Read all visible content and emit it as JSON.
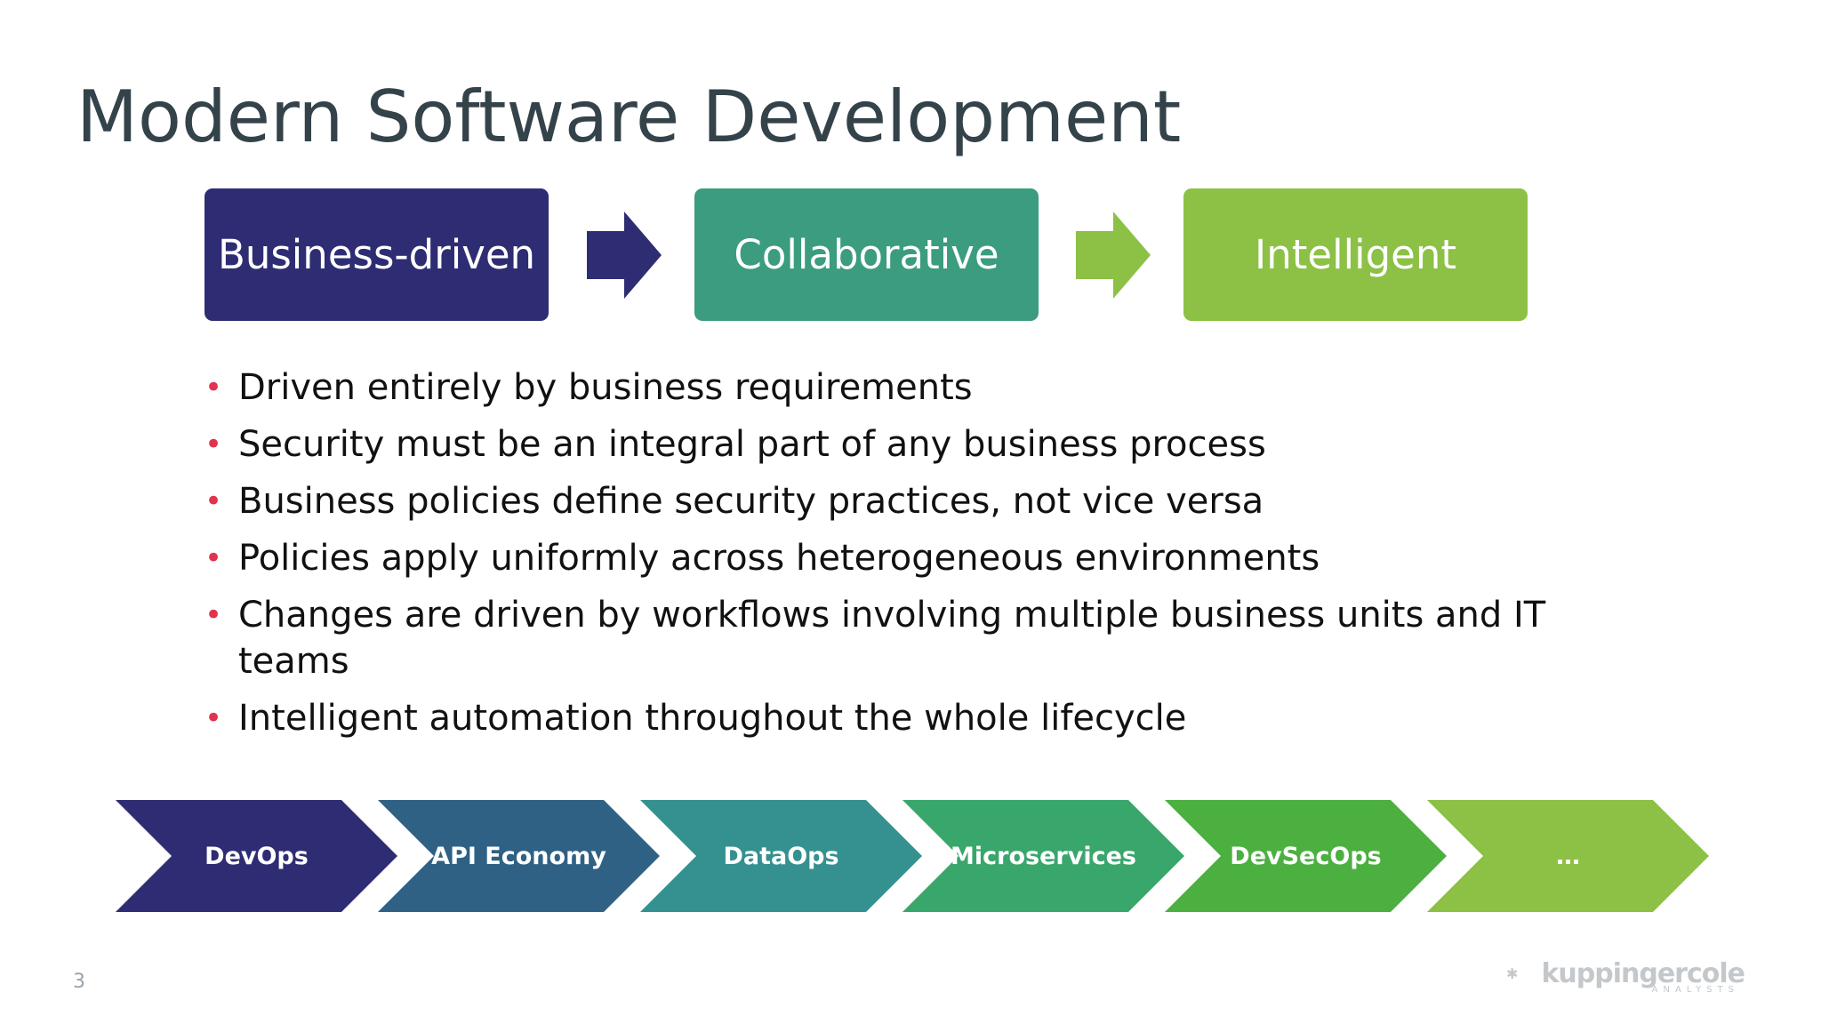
{
  "title": "Modern Software Development",
  "stages": [
    {
      "label": "Business-driven",
      "color": "#2e2d73"
    },
    {
      "label": "Collaborative",
      "color": "#3b9c7f"
    },
    {
      "label": "Intelligent",
      "color": "#8cc145"
    }
  ],
  "stage_arrows": [
    {
      "icon": "right-arrow-icon",
      "color": "#2e2d73"
    },
    {
      "icon": "right-arrow-icon",
      "color": "#8cc145"
    }
  ],
  "bullet_color": "#e0334e",
  "bullets": [
    "Driven entirely by business requirements",
    "Security must be an integral part of any business process",
    "Business policies define security practices, not vice versa",
    "Policies apply uniformly across heterogeneous environments",
    "Changes are driven by workflows involving multiple business units and IT teams",
    "Intelligent automation throughout the whole lifecycle"
  ],
  "chevrons": [
    {
      "label": "DevOps",
      "color": "#2e2d73"
    },
    {
      "label": "API Economy",
      "color": "#2f6185"
    },
    {
      "label": "DataOps",
      "color": "#34918f"
    },
    {
      "label": "Microservices",
      "color": "#39a66c"
    },
    {
      "label": "DevSecOps",
      "color": "#4cb041"
    },
    {
      "label": "…",
      "color": "#8cc145"
    }
  ],
  "page_number": "3",
  "logo": {
    "name": "kuppingercole",
    "subtitle": "ANALYSTS"
  }
}
